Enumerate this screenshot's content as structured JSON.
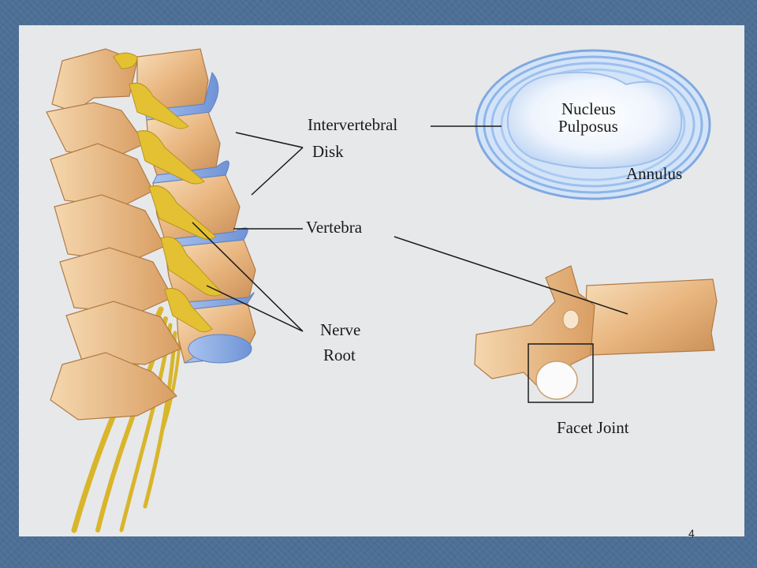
{
  "labels": {
    "intervertebral": "Intervertebral",
    "disk": "Disk",
    "nucleus_line1": "Nucleus",
    "nucleus_line2": "Pulposus",
    "annulus": "Annulus",
    "vertebra": "Vertebra",
    "nerve_line1": "Nerve",
    "nerve_line2": "Root",
    "facet_joint": "Facet Joint"
  },
  "page_number": "4",
  "colors": {
    "slide_frame": "#4d6f95",
    "slide_background": "#e7e8ea",
    "bone": "#e8b982",
    "bone_light": "#f6dcb8",
    "disk": "#8fb0e4",
    "nerve": "#e0bd2e",
    "annulus_ring": "#8ab4e6",
    "leader_line": "#1a1a1a"
  }
}
